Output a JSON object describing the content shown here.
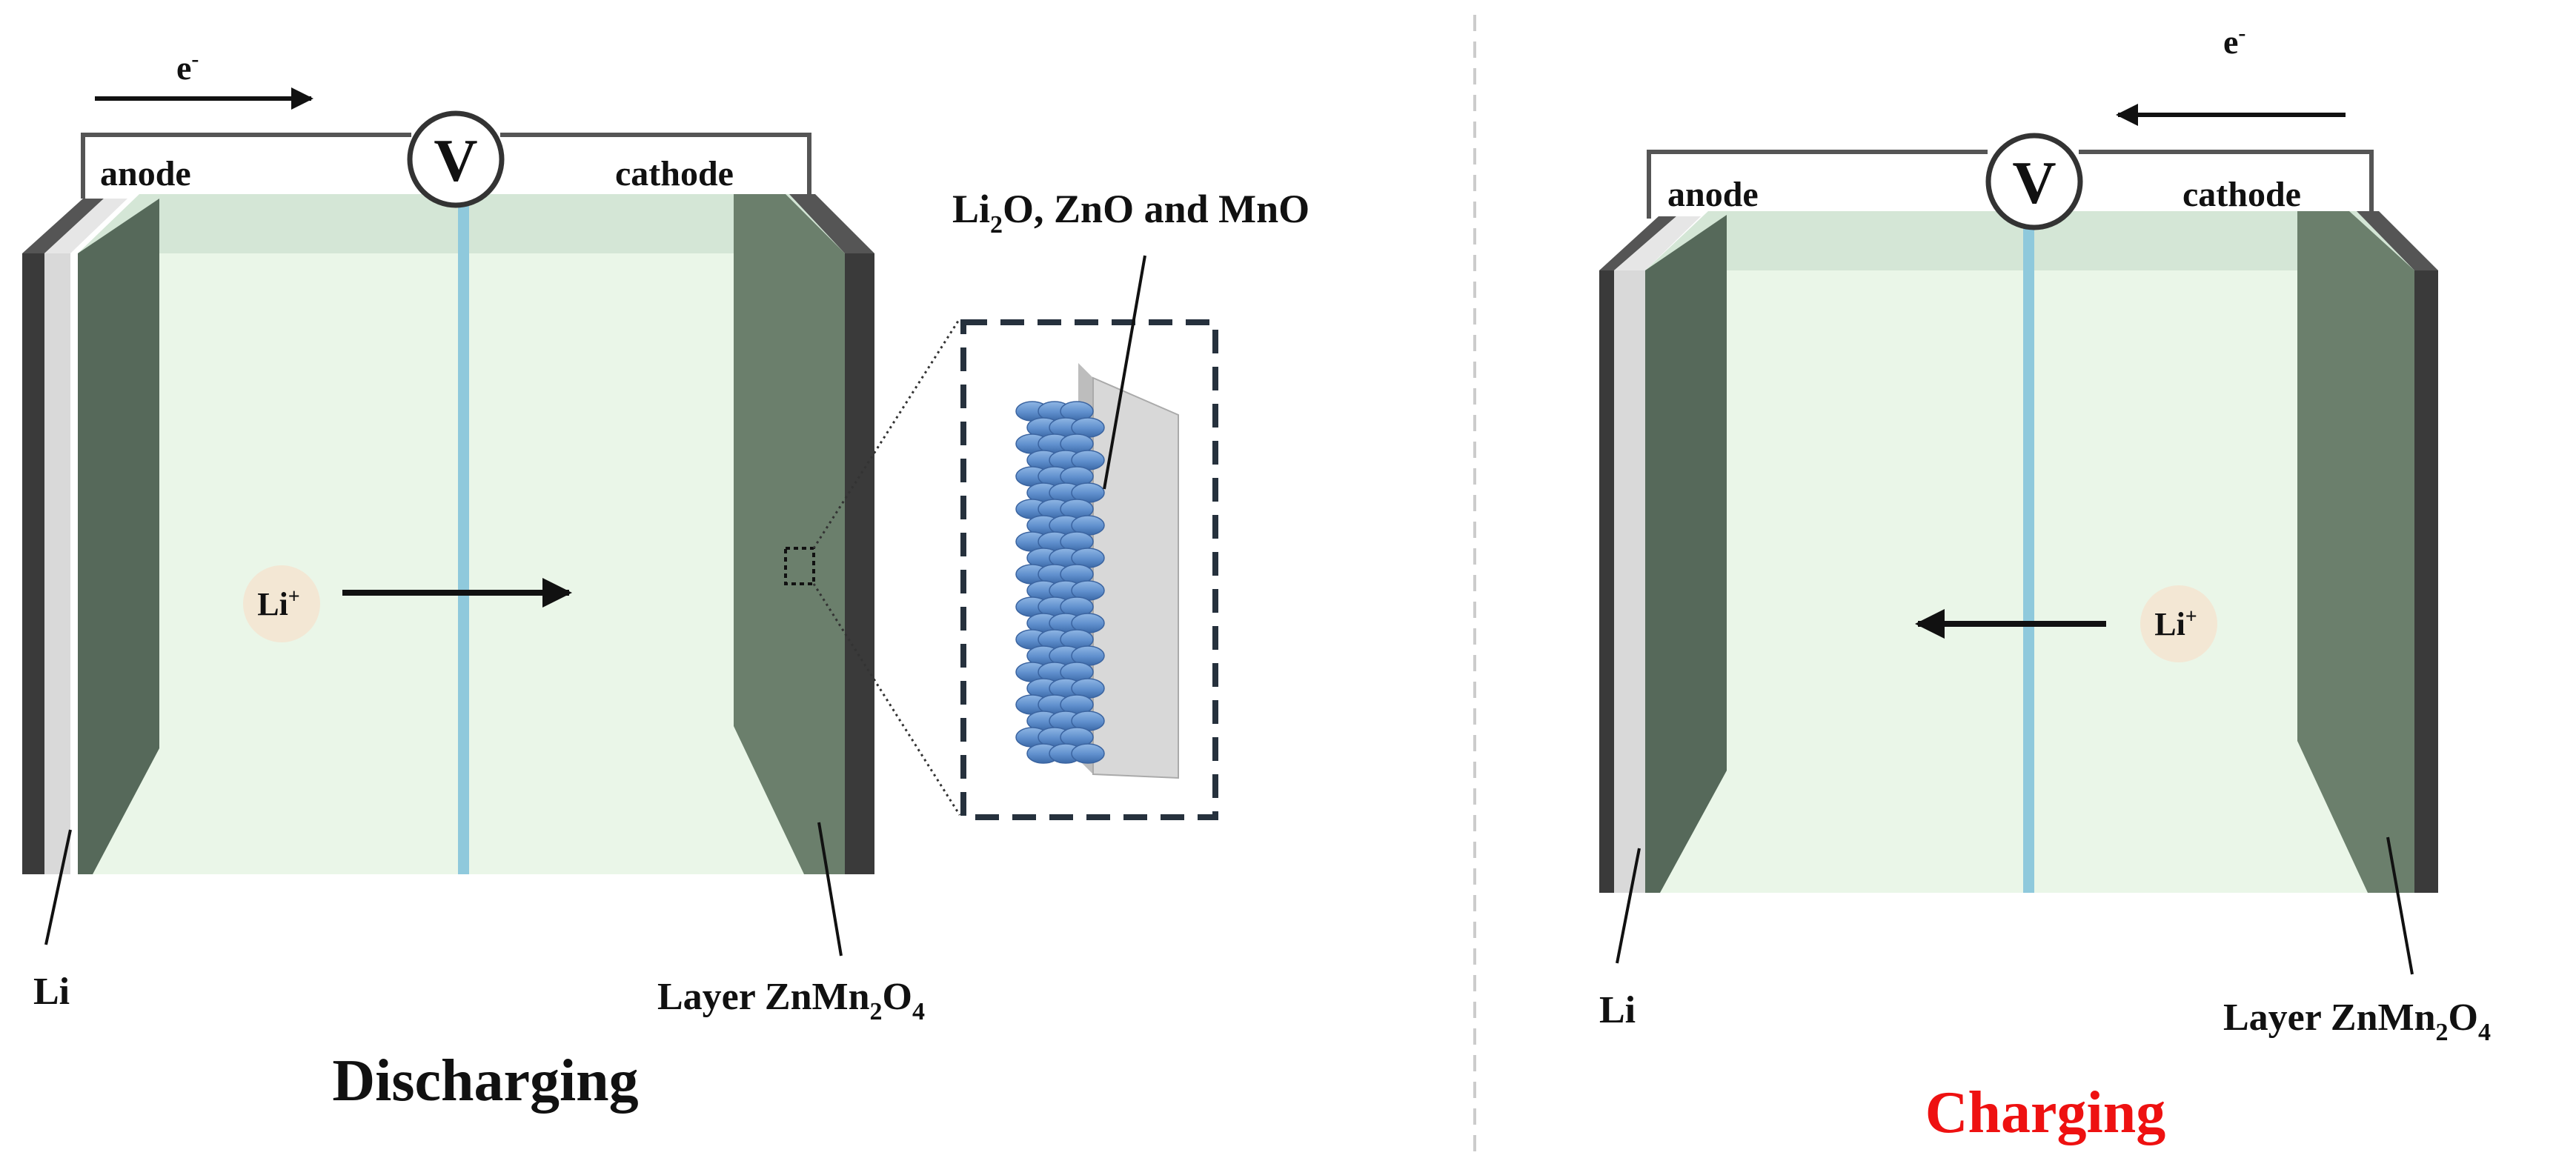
{
  "left_panel": {
    "title": "Discharging",
    "electron_label": "e",
    "electron_superscript": "-",
    "voltmeter": "V",
    "anode_label": "anode",
    "cathode_label": "cathode",
    "ion_label": "Li",
    "ion_superscript": "+",
    "li_label": "Li",
    "cathode_material": {
      "base": "Layer ZnMn",
      "sub1": "2",
      "mid": "O",
      "sub2": "4"
    },
    "inset_label": {
      "p1": "Li",
      "s1": "2",
      "p2": "O, ZnO and MnO"
    }
  },
  "right_panel": {
    "title": "Charging",
    "title_color": "#ee1111",
    "electron_label": "e",
    "electron_superscript": "-",
    "voltmeter": "V",
    "anode_label": "anode",
    "cathode_label": "cathode",
    "ion_label": "Li",
    "ion_superscript": "+",
    "li_label": "Li",
    "cathode_material": {
      "base": "Layer ZnMn",
      "sub1": "2",
      "mid": "O",
      "sub2": "4"
    }
  },
  "colors": {
    "electrolyte": "#eaf6e8",
    "separator": "#8fc9dc",
    "electrode": "#56695a",
    "case_dark": "#3a3a3a",
    "li_foil": "#d9d9d9",
    "ion_bubble": "#f3e7d4",
    "particles": "#5f8fcd"
  }
}
